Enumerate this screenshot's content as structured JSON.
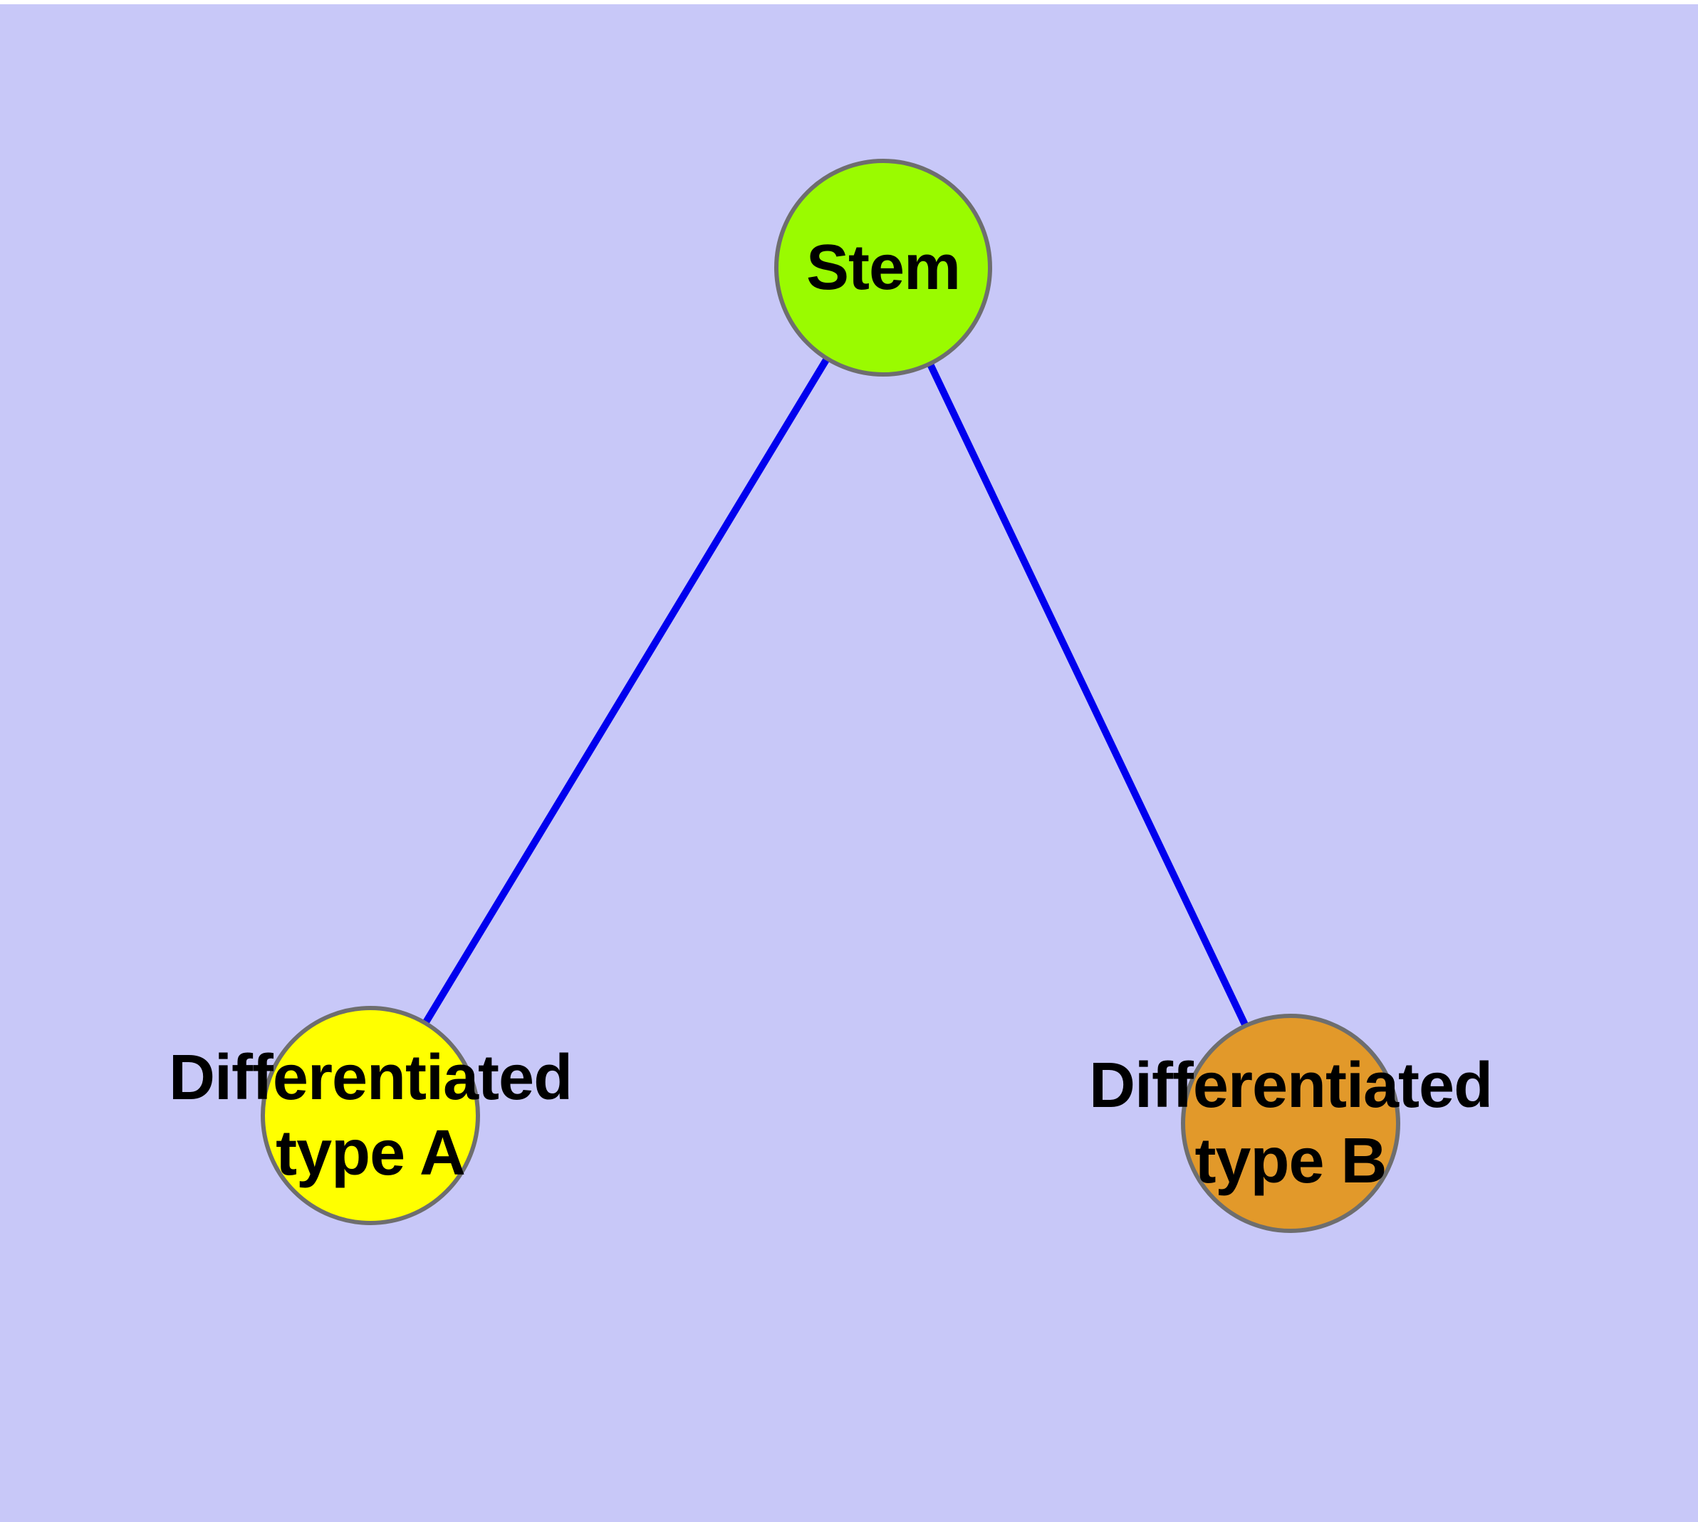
{
  "graph": {
    "type": "node-link-diagram",
    "description": "Stem cell differentiation tree: one stem node branching to two differentiated cell types",
    "style": {
      "background": "#C8C8F8",
      "top_margin_color": "#FFFFFF",
      "edge_color": "#0000EE",
      "node_border_color": "#6E6E6E",
      "label_color": "#000000"
    },
    "nodes": [
      {
        "id": "stem",
        "label": "Stem",
        "lines": [
          "Stem"
        ],
        "fill": "#9AFB00"
      },
      {
        "id": "diff-a",
        "label": "Differentiated type A",
        "lines": [
          "Differentiated",
          "type A"
        ],
        "fill": "#FFFF00"
      },
      {
        "id": "diff-b",
        "label": "Differentiated type B",
        "lines": [
          "Differentiated",
          "type B"
        ],
        "fill": "#E2992A"
      }
    ],
    "edges": [
      {
        "from": "stem",
        "to": "diff-a"
      },
      {
        "from": "stem",
        "to": "diff-b"
      }
    ]
  }
}
